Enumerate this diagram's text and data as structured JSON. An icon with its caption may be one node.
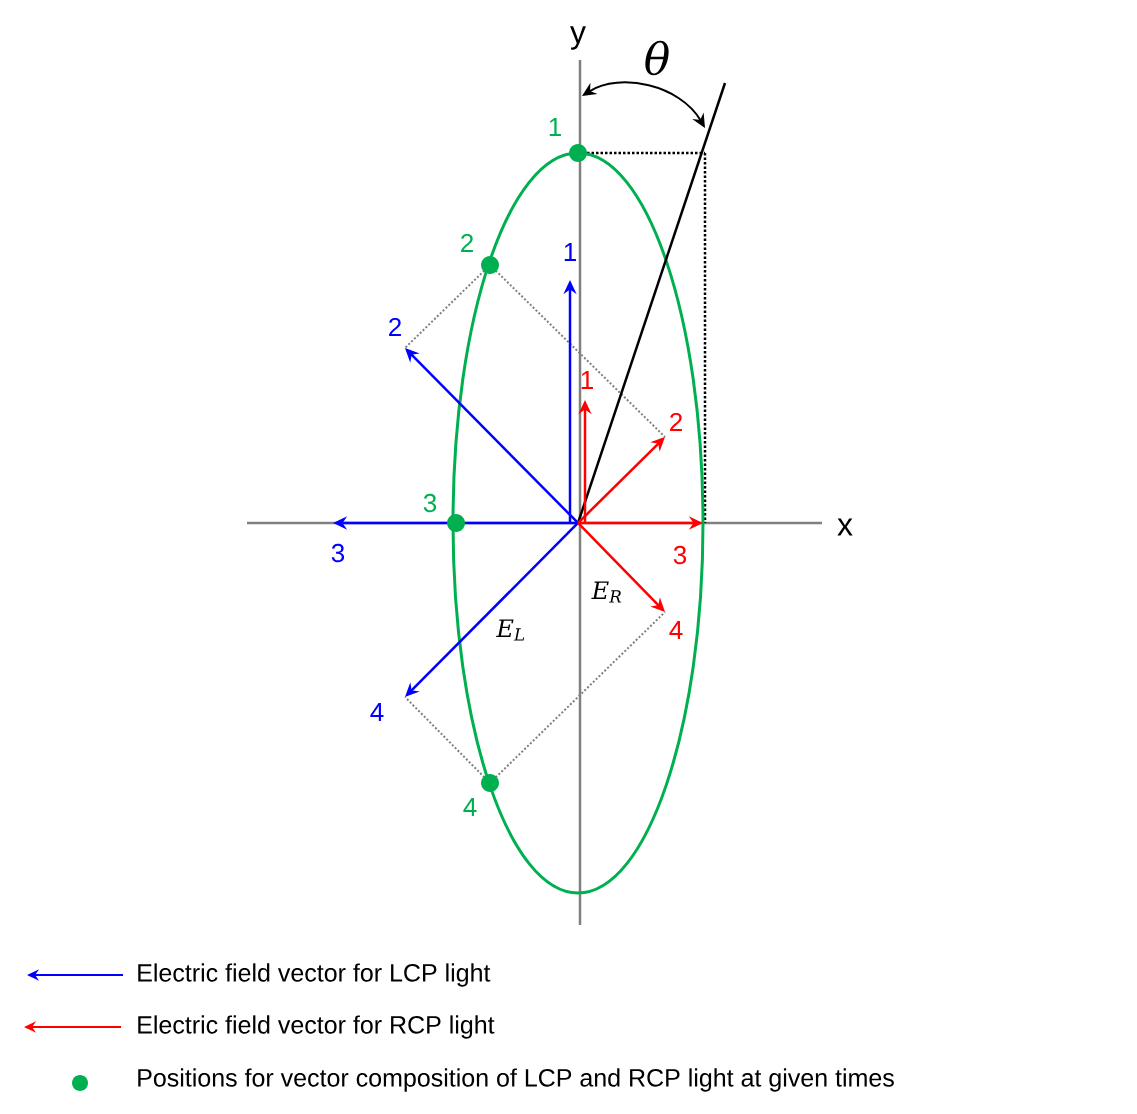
{
  "diagram": {
    "labels": [
      "y",
      "θ",
      "x",
      "1",
      "2",
      "3",
      "4",
      "1",
      "2",
      "3",
      "4",
      "1",
      "2",
      "3",
      "4",
      "E$_{R}$",
      "E$_{L}$"
    ],
    "legend": [
      {
        "text": "Electric field vector for LCP light"
      },
      {
        "text": "Electric field vector for RCP light"
      },
      {
        "text": "Positions for vector composition of LCP and RCP light  at given times"
      }
    ]
  }
}
